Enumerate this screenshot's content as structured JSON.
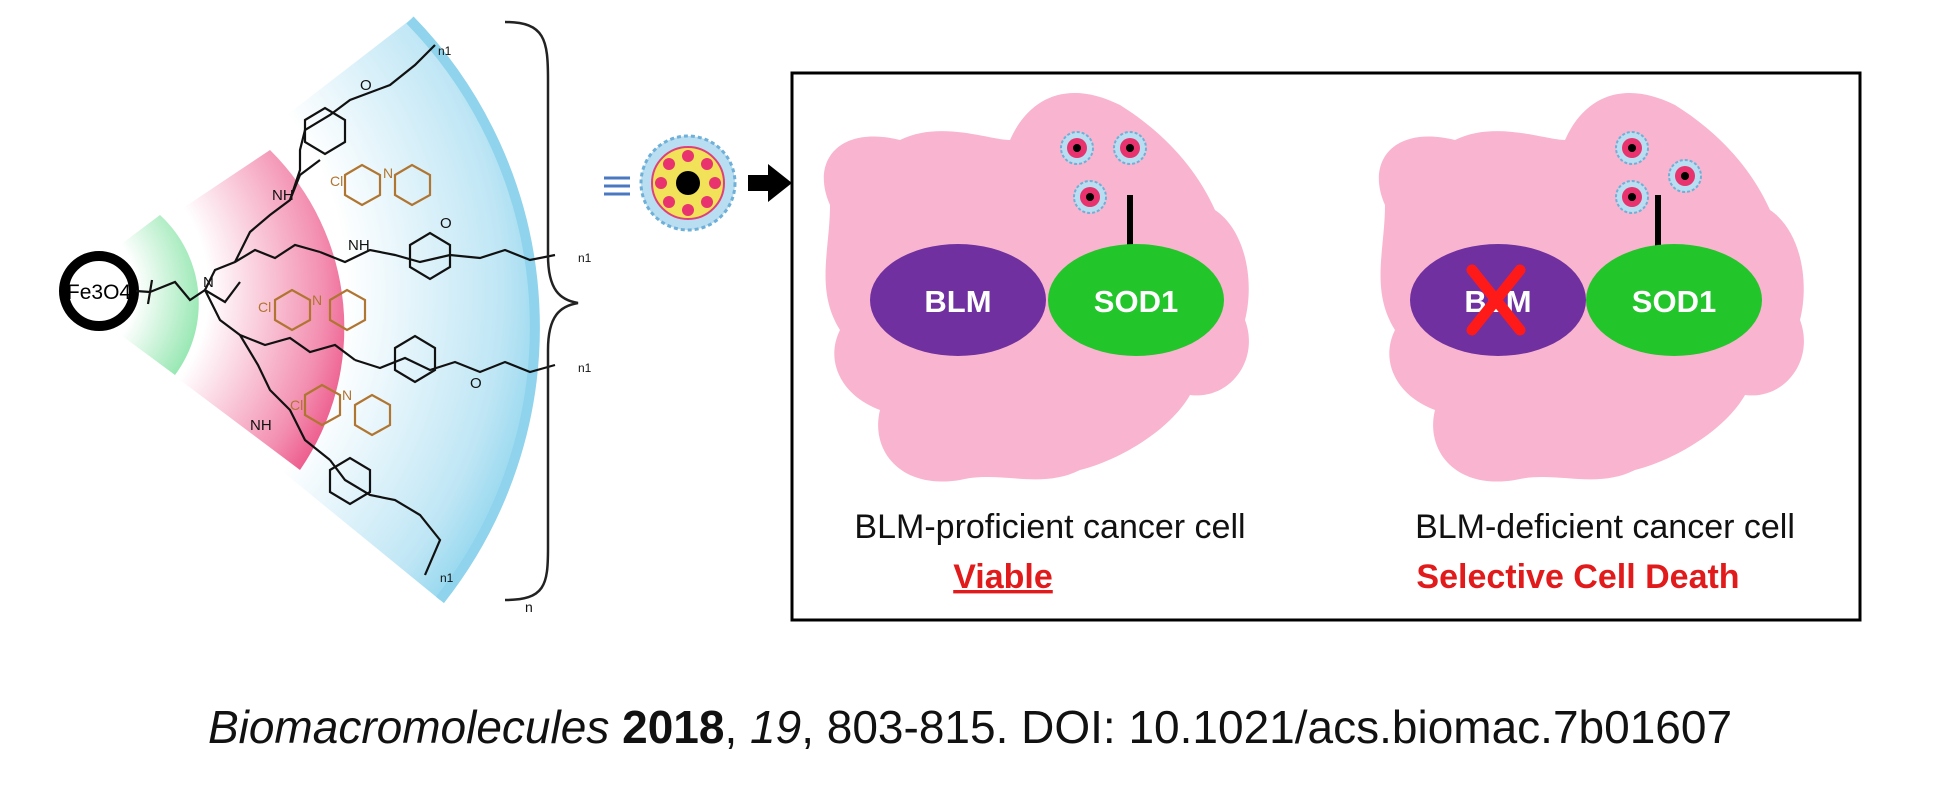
{
  "nanoparticle": {
    "core_label": "Fe3O4",
    "repeat_label": "n",
    "peg_subscript": "n1",
    "atom_labels": {
      "n": "N",
      "nh": "NH",
      "o": "O",
      "cl": "Cl"
    }
  },
  "cells": [
    {
      "protein_a": "BLM",
      "protein_b": "SOD1",
      "caption": "BLM-proficient cancer cell",
      "outcome": "Viable",
      "blm_knocked_out": false
    },
    {
      "protein_a": "BLM",
      "protein_b": "SOD1",
      "caption": "BLM-deficient cancer cell",
      "outcome": "Selective Cell Death",
      "blm_knocked_out": true
    }
  ],
  "citation": {
    "journal": "Biomacromolecules",
    "year": "2018",
    "volume": "19",
    "pages": ", 803-815.  DOI: 10.1021/acs.biomac.7b01607"
  },
  "colors": {
    "cell": "#f9b4cf",
    "blm": "#7030a0",
    "sod1": "#22c52a",
    "accent_red": "#e11b1b",
    "green_zone": "#4fd77d",
    "magenta_zone": "#e8336f",
    "blue_zone": "#7dcfeb",
    "ligand": "#b07530"
  }
}
